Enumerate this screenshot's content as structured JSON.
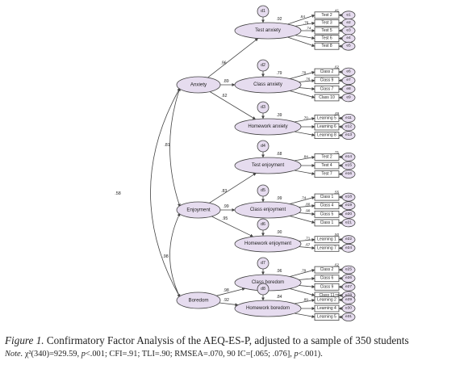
{
  "caption": {
    "lead": "Figure 1.",
    "text": " Confirmatory Factor Analysis of the AEQ-ES-P, adjusted to a sample of 350 students"
  },
  "note": {
    "lead": "Note.",
    "chi": " χ²(340)=929.59, ",
    "p1": "p",
    "stats": "<.001; CFI=.91; TLI=.90; RMSEA=.070, 90 IC=[.065; .076], ",
    "p2": "p",
    "tail": "<.001)."
  },
  "colors": {
    "latent": "#e6dcef",
    "line": "#444444",
    "text": "#222222"
  },
  "diagram": {
    "higher": [
      {
        "id": "anxiety",
        "label": "Anxiety"
      },
      {
        "id": "enjoyment",
        "label": "Enjoyment"
      },
      {
        "id": "boredom",
        "label": "Boredom"
      }
    ],
    "correlations": [
      {
        "id": "anx-enj",
        "value": ".81"
      },
      {
        "id": "anx-bor",
        "value": ".58"
      },
      {
        "id": "enj-bor",
        "value": ".98"
      }
    ],
    "factors": [
      {
        "id": "test-anxiety",
        "parent": "anxiety",
        "label": "Test anxiety",
        "disturbance": "d1",
        "loading": ".96",
        "r2": ".92",
        "items": [
          {
            "label": "Test 2",
            "error": "e1",
            "loading": ".64",
            "r2": ".41"
          },
          {
            "label": "Test 3",
            "error": "e2",
            "loading": ".76",
            "r2": ""
          },
          {
            "label": "Test 5",
            "error": "e3",
            "loading": ".74",
            "r2": ""
          },
          {
            "label": "Test 6",
            "error": "e4",
            "loading": "",
            "r2": ""
          },
          {
            "label": "Test 8",
            "error": "e5",
            "loading": "",
            "r2": ""
          }
        ]
      },
      {
        "id": "class-anxiety",
        "parent": "anxiety",
        "label": "Class anxiety",
        "disturbance": "d2",
        "loading": ".89",
        "r2": ".79",
        "items": [
          {
            "label": "Class 2",
            "error": "e6",
            "loading": ".79",
            "r2": ".62"
          },
          {
            "label": "Class 9",
            "error": "e7",
            "loading": ".76",
            "r2": ""
          },
          {
            "label": "Class 7",
            "error": "e8",
            "loading": "",
            "r2": ""
          },
          {
            "label": "Class 10",
            "error": "e9",
            "loading": "",
            "r2": ""
          }
        ]
      },
      {
        "id": "homework-anxiety",
        "parent": "anxiety",
        "label": "Homework anxiety",
        "disturbance": "d3",
        "loading": ".62",
        "r2": ".39",
        "items": [
          {
            "label": "Learning 5",
            "error": "e11",
            "loading": ".70",
            "r2": ".49"
          },
          {
            "label": "Learning 6",
            "error": "e12",
            "loading": "",
            "r2": ""
          },
          {
            "label": "Learning 8",
            "error": "e13",
            "loading": "",
            "r2": ""
          }
        ]
      },
      {
        "id": "test-enjoyment",
        "parent": "enjoyment",
        "label": "Test enjoyment",
        "disturbance": "d4",
        "loading": ".83",
        "r2": ".68",
        "items": [
          {
            "label": "Test 2",
            "error": "e14",
            "loading": ".84",
            "r2": ".71"
          },
          {
            "label": "Test 4",
            "error": "e15",
            "loading": "",
            "r2": ""
          },
          {
            "label": "Test 7",
            "error": "e16",
            "loading": "",
            "r2": ""
          }
        ]
      },
      {
        "id": "class-enjoyment",
        "parent": "enjoyment",
        "label": "Class enjoyment",
        "disturbance": "d5",
        "loading": ".99",
        "r2": ".99",
        "items": [
          {
            "label": "Class 1",
            "error": "e18",
            "loading": ".74",
            "r2": ".55"
          },
          {
            "label": "Class 4",
            "error": "e19",
            "loading": ".80",
            "r2": ""
          },
          {
            "label": "Class 5",
            "error": "e20",
            "loading": ".90",
            "r2": ""
          },
          {
            "label": "Class 1",
            "error": "e21",
            "loading": "",
            "r2": ""
          }
        ]
      },
      {
        "id": "homework-enjoyment",
        "parent": "enjoyment",
        "label": "Homework enjoyment",
        "disturbance": "d6",
        "loading": ".95",
        "r2": ".90",
        "items": [
          {
            "label": "Learning 1",
            "error": "e22",
            "loading": ".71",
            "r2": ".50"
          },
          {
            "label": "Learning 7",
            "error": "e24",
            "loading": ".67",
            "r2": ""
          }
        ]
      },
      {
        "id": "class-boredom",
        "parent": "boredom",
        "label": "Class boredom",
        "disturbance": "d7",
        "loading": ".98",
        "r2": ".96",
        "items": [
          {
            "label": "Class 2",
            "error": "e25",
            "loading": ".79",
            "r2": ".62"
          },
          {
            "label": "Class 6",
            "error": "e26",
            "loading": "",
            "r2": ""
          },
          {
            "label": "Class 9",
            "error": "e27",
            "loading": "",
            "r2": ""
          },
          {
            "label": "Class 11",
            "error": "e28",
            "loading": "",
            "r2": ""
          }
        ]
      },
      {
        "id": "homework-boredom",
        "parent": "boredom",
        "label": "Homework boredom",
        "disturbance": "d8",
        "loading": ".92",
        "r2": ".84",
        "items": [
          {
            "label": "Learning 2",
            "error": "e29",
            "loading": ".89",
            "r2": ".79"
          },
          {
            "label": "Learning 4",
            "error": "e30",
            "loading": "",
            "r2": ""
          },
          {
            "label": "Learning 5",
            "error": "e31",
            "loading": "",
            "r2": ""
          }
        ]
      }
    ]
  }
}
